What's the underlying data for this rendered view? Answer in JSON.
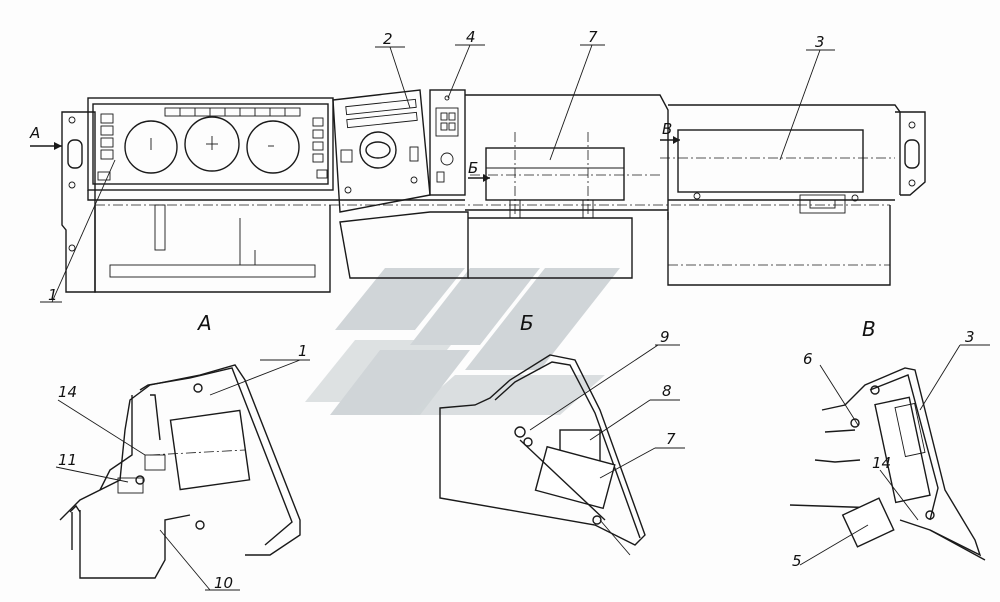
{
  "view_labels": {
    "a": "А",
    "b": "Б",
    "v": "В"
  },
  "callouts": {
    "main_1": "1",
    "main_2": "2",
    "main_3": "3",
    "main_4": "4",
    "main_7": "7",
    "main_arrow_a": "А",
    "main_arrow_b": "Б",
    "main_arrow_v": "В",
    "a_14": "14",
    "a_11": "11",
    "a_1": "1",
    "a_10": "10",
    "b_9": "9",
    "b_8": "8",
    "b_7": "7",
    "v_6": "6",
    "v_3": "3",
    "v_14": "14",
    "v_5": "5"
  },
  "colors": {
    "line": "#1a1a1a",
    "watermark": "#c9cfd2",
    "paper": "#fdfdfd"
  }
}
